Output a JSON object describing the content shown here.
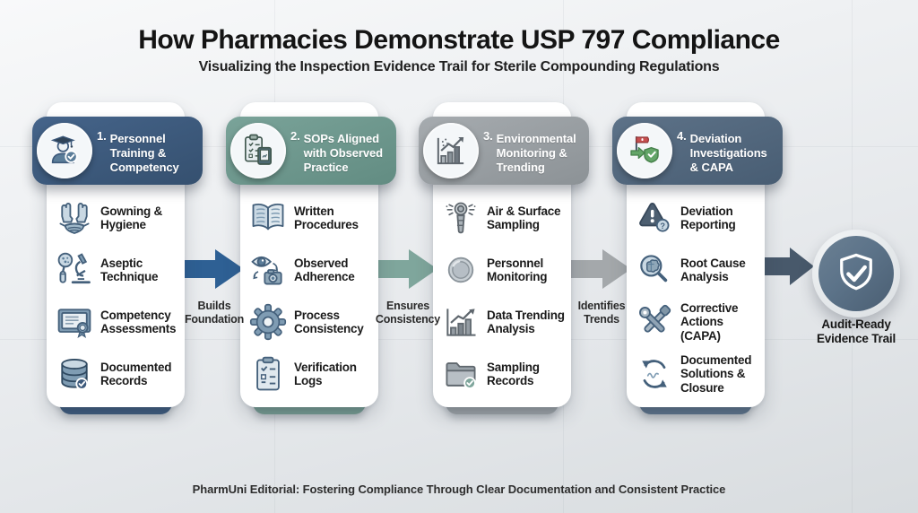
{
  "header": {
    "title": "How Pharmacies Demonstrate USP 797 Compliance",
    "subtitle": "Visualizing the Inspection Evidence Trail for Sterile Compounding Regulations"
  },
  "columns": [
    {
      "num": "1.",
      "title": "Personnel\nTraining &\nCompetency",
      "color": "#3d5a7c",
      "icon": "graduate-person-check-icon",
      "items": [
        {
          "label": "Gowning &\nHygiene",
          "icon": "gloves-mask-icon"
        },
        {
          "label": "Aseptic\nTechnique",
          "icon": "microscope-magnifier-icon"
        },
        {
          "label": "Competency\nAssessments",
          "icon": "certificate-icon"
        },
        {
          "label": "Documented\nRecords",
          "icon": "database-check-icon"
        }
      ]
    },
    {
      "num": "2.",
      "title": "SOPs Aligned\nwith Observed\nPractice",
      "color": "#6f9a90",
      "icon": "clipboard-tablet-icon",
      "items": [
        {
          "label": "Written\nProcedures",
          "icon": "open-book-icon"
        },
        {
          "label": "Observed\nAdherence",
          "icon": "eye-camera-icon"
        },
        {
          "label": "Process\nConsistency",
          "icon": "gear-icon"
        },
        {
          "label": "Verification\nLogs",
          "icon": "checklist-clipboard-icon"
        }
      ]
    },
    {
      "num": "3.",
      "title": "Environmental\nMonitoring &\nTrending",
      "color": "#9aa0a4",
      "icon": "growth-chart-icon",
      "items": [
        {
          "label": "Air & Surface\nSampling",
          "icon": "air-sampler-icon"
        },
        {
          "label": "Personnel\nMonitoring",
          "icon": "petri-dish-icon"
        },
        {
          "label": "Data Trending\nAnalysis",
          "icon": "trend-bars-icon"
        },
        {
          "label": "Sampling\nRecords",
          "icon": "folder-check-icon"
        }
      ]
    },
    {
      "num": "4.",
      "title": "Deviation\nInvestigations\n& CAPA",
      "color": "#536880",
      "icon": "flag-shield-icon",
      "items": [
        {
          "label": "Deviation\nReporting",
          "icon": "warning-question-icon"
        },
        {
          "label": "Root Cause\nAnalysis",
          "icon": "magnifier-brain-icon"
        },
        {
          "label": "Corrective\nActions\n(CAPA)",
          "icon": "tools-icon"
        },
        {
          "label": "Documented\nSolutions &\nClosure",
          "icon": "cycle-signature-icon"
        }
      ]
    }
  ],
  "arrows": [
    {
      "label": "Builds\nFoundation",
      "color": "#2e6094"
    },
    {
      "label": "Ensures\nConsistency",
      "color": "#7fa69c"
    },
    {
      "label": "Identifies\nTrends",
      "color": "#a4a8ab"
    }
  ],
  "result": {
    "label": "Audit-Ready\nEvidence Trail",
    "icon": "shield-check-icon",
    "arrow_color": "#48596b",
    "badge_color": "#5c7389"
  },
  "footer": {
    "text": "PharmUni Editorial: Fostering Compliance Through Clear Documentation and Consistent Practice"
  }
}
